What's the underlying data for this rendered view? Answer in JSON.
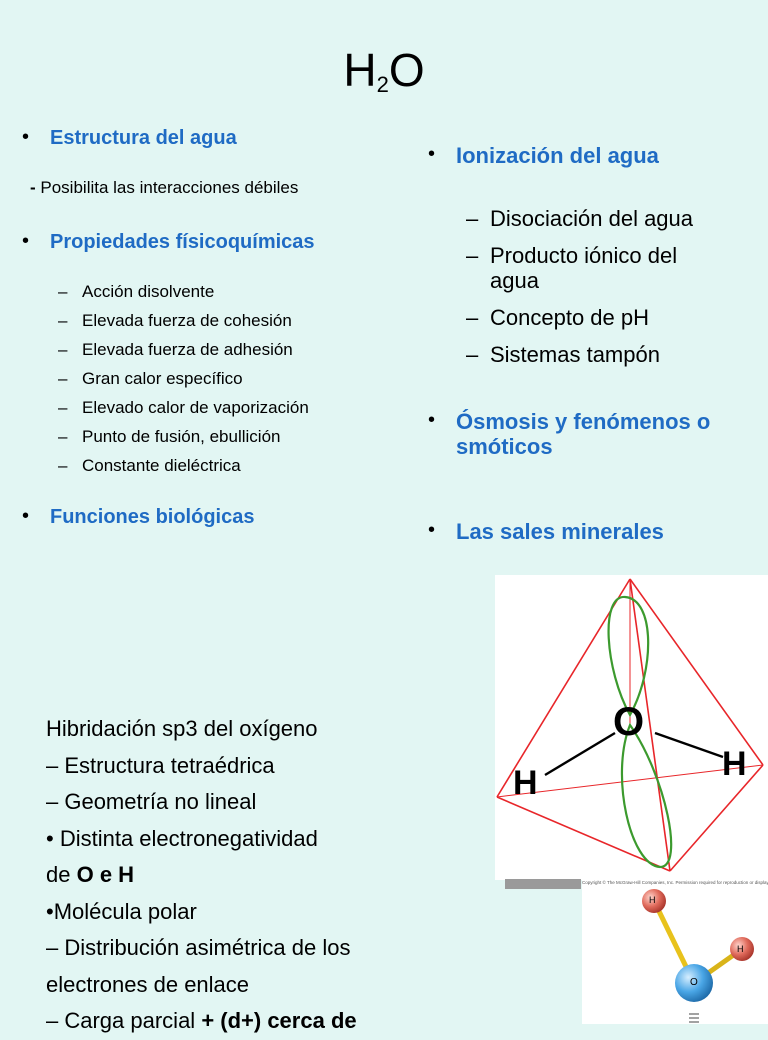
{
  "title": {
    "main": "H",
    "sub": "2",
    "tail": "O"
  },
  "left": {
    "structure_heading": "Estructura del agua",
    "structure_note_dash": "- ",
    "structure_note": "Posibilita las interacciones débiles",
    "properties_heading": "Propiedades físicoquímicas",
    "properties_items": [
      "Acción disolvente",
      "Elevada fuerza de cohesión",
      "Elevada fuerza de adhesión",
      "Gran calor específico",
      "Elevado calor de vaporización",
      "Punto de fusión, ebullición",
      "Constante dieléctrica"
    ],
    "functions_heading": "Funciones biológicas"
  },
  "right": {
    "ionization_heading": "Ionización del agua",
    "ionization_items": [
      "Disociación del agua",
      "Producto iónico del agua",
      "Concepto de pH",
      "Sistemas tampón"
    ],
    "osmosis_heading_line1": "Ósmosis y fenómenos o",
    "osmosis_heading_line2": "smóticos",
    "salts_heading": "Las sales minerales"
  },
  "hybridization": {
    "line1": "Hibridación sp3 del oxígeno",
    "line2": "– Estructura tetraédrica",
    "line3": "– Geometría no lineal",
    "line4": "• Distinta electronegatividad",
    "line5_prefix": "de ",
    "line5_bold": "O e H",
    "line6": "•Molécula polar",
    "line7": "– Distribución asimétrica de los",
    "line8": "electrones de enlace",
    "line9_prefix": "– Carga parcial ",
    "line9_bold": "+ (d+) cerca de"
  },
  "figure": {
    "atom_o": "O",
    "atom_h_left": "H",
    "atom_h_right": "H",
    "copyright": "Copyright © The McGraw-Hill Companies, Inc. Permission required for reproduction or display.",
    "ball_o": "O",
    "ball_h_top": "H",
    "ball_h_right": "H"
  },
  "bullet_symbol": "•",
  "dash_symbol": "–",
  "colors": {
    "background": "#e2f6f3",
    "heading": "#1f6bc4",
    "tetrahedron": "#e8262a",
    "orbital": "#3c9a2e"
  }
}
